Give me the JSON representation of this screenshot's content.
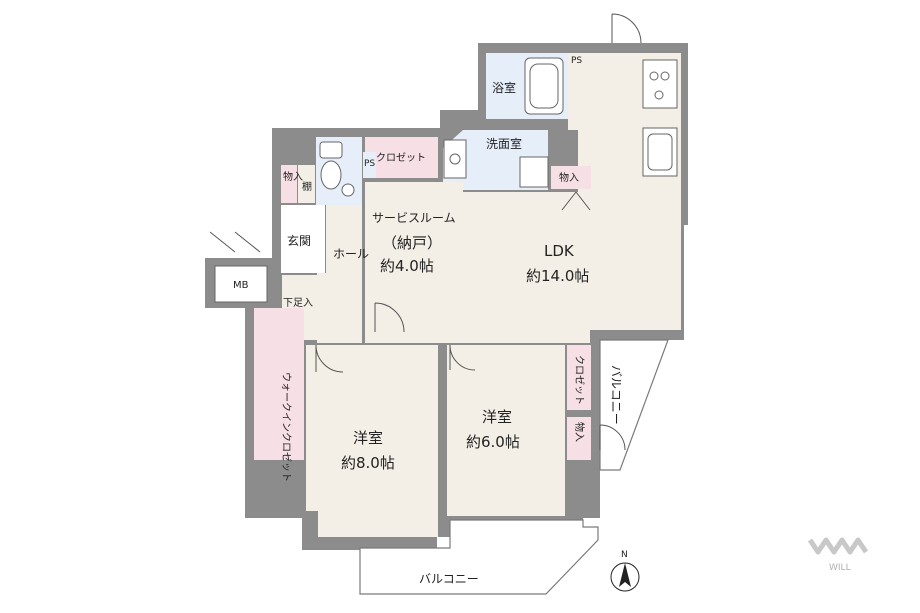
{
  "rooms": {
    "bath": "浴室",
    "washroom": "洗面室",
    "closet_top": "クロゼット",
    "ps_top": "PS",
    "ps_left": "PS",
    "storage_small": "物入",
    "shelf": "棚",
    "storage_top_left": "物入",
    "entrance": "玄関",
    "hall": "ホール",
    "mb": "MB",
    "shoe_box": "下足入",
    "service_room": "サービスルーム",
    "service_room_sub": "（納戸）",
    "service_room_size": "約4.0帖",
    "ldk": "LDK",
    "ldk_size": "約14.0帖",
    "walk_in": "ウォークインクロゼット",
    "western1": "洋室",
    "western1_size": "約8.0帖",
    "western2": "洋室",
    "western2_size": "約6.0帖",
    "closet_right": "クロゼット",
    "storage_right": "物入",
    "balcony_right": "バルコニー",
    "balcony_bottom": "バルコニー"
  },
  "compass": "N",
  "logo": "WILL"
}
